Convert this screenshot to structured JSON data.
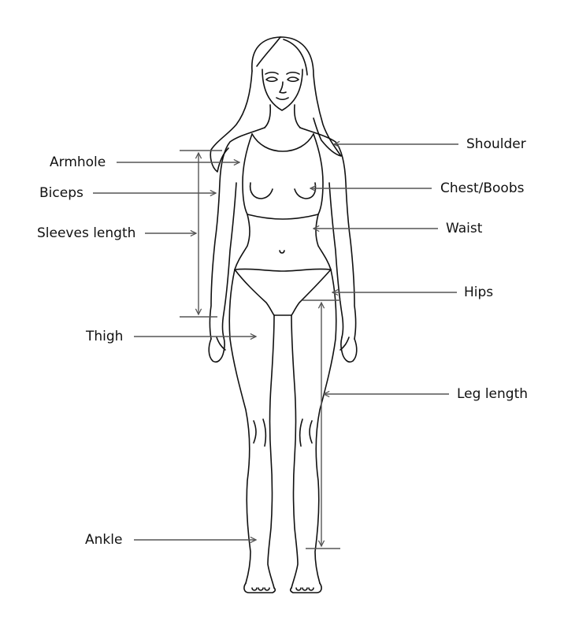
{
  "labels": {
    "armhole": "Armhole",
    "biceps": "Biceps",
    "sleeves_length": "Sleeves length",
    "thigh": "Thigh",
    "ankle": "Ankle",
    "shoulder": "Shoulder",
    "chest": "Chest/Boobs",
    "waist": "Waist",
    "hips": "Hips",
    "leg_length": "Leg length"
  },
  "colors": {
    "line": "#111111",
    "arrow": "#555555",
    "background": "#ffffff"
  }
}
